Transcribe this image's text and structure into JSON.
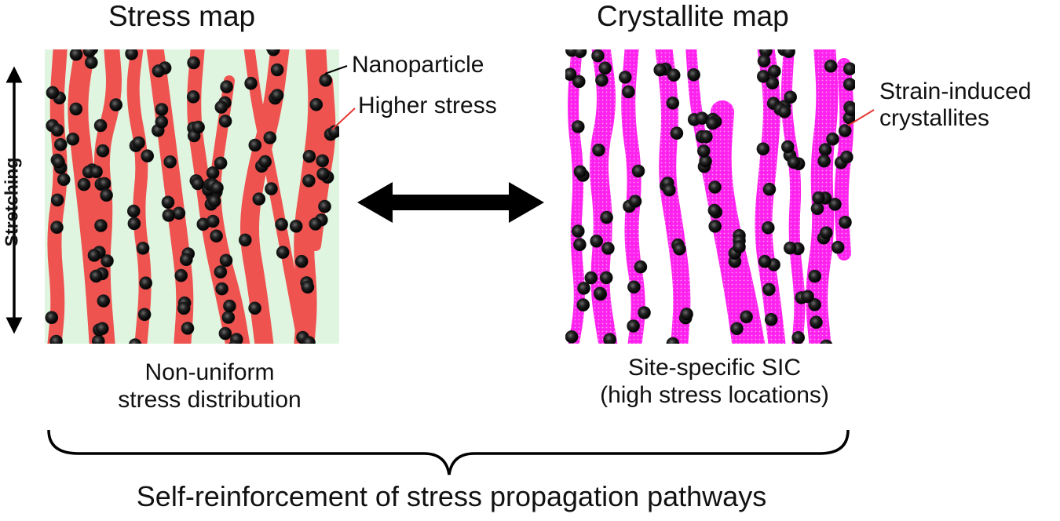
{
  "panels": {
    "left": {
      "title": "Stress map",
      "caption_line1": "Non-uniform",
      "caption_line2": "stress distribution"
    },
    "right": {
      "title": "Crystallite map",
      "caption_line1": "Site-specific SIC",
      "caption_line2": "(high stress locations)"
    }
  },
  "annotations": {
    "nanoparticle": "Nanoparticle",
    "higher_stress": "Higher stress",
    "strain_induced_line1": "Strain-induced",
    "strain_induced_line2": "crystallites"
  },
  "axis": {
    "stretching": "Stretching"
  },
  "bottom_caption": "Self-reinforcement of stress propagation pathways",
  "colors": {
    "matrix_background": "#dff5e0",
    "stress_path": "#ef5350",
    "crystallite_path": "#ff22ee",
    "nanoparticle": "#1a1a1a",
    "annotation_line": "#e53935"
  }
}
